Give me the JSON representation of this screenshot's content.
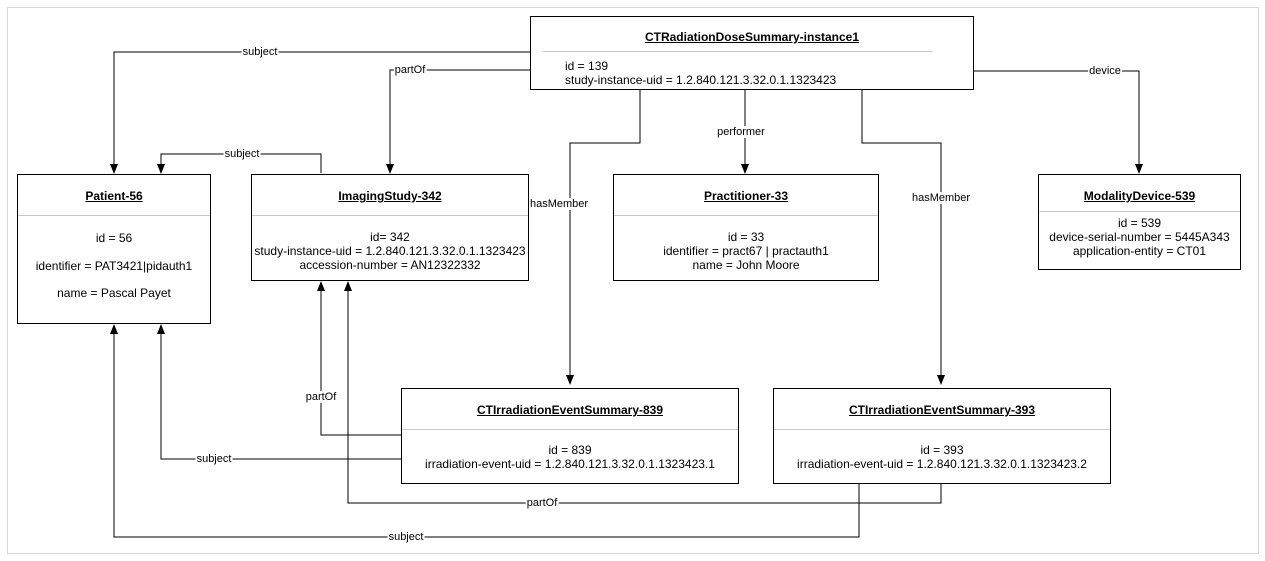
{
  "nodes": {
    "ctdose": {
      "title": "CTRadiationDoseSummary-instance1",
      "attrs": [
        "id = 139",
        "study-instance-uid = 1.2.840.121.3.32.0.1.1323423"
      ]
    },
    "patient": {
      "title": "Patient-56",
      "attrs": [
        "id = 56",
        "identifier = PAT3421|pidauth1",
        "name = Pascal Payet"
      ]
    },
    "imaging": {
      "title": "ImagingStudy-342",
      "attrs": [
        "id= 342",
        "study-instance-uid = 1.2.840.121.3.32.0.1.1323423",
        "accession-number = AN12322332"
      ]
    },
    "practitioner": {
      "title": "Practitioner-33",
      "attrs": [
        "id = 33",
        "identifier = pract67 | practauth1",
        "name = John Moore"
      ]
    },
    "device": {
      "title": "ModalityDevice-539",
      "attrs": [
        "id = 539",
        "device-serial-number = 5445A343",
        "application-entity = CT01"
      ]
    },
    "event839": {
      "title": "CTIrradiationEventSummary-839",
      "attrs": [
        "id = 839",
        "irradiation-event-uid = 1.2.840.121.3.32.0.1.1323423.1"
      ]
    },
    "event393": {
      "title": "CTIrradiationEventSummary-393",
      "attrs": [
        "id = 393",
        "irradiation-event-uid = 1.2.840.121.3.32.0.1.1323423.2"
      ]
    }
  },
  "edges": {
    "dose_subject": "subject",
    "dose_partof": "partOf",
    "dose_device": "device",
    "dose_performer": "performer",
    "dose_hasmember_839": "hasMember",
    "dose_hasmember_393": "hasMember",
    "imaging_subject": "subject",
    "e839_partof": "partOf",
    "e839_subject": "subject",
    "e393_partof": "partOf",
    "e393_subject": "subject"
  },
  "colors": {
    "line": "#000000",
    "border": "#000000",
    "separator": "#c9c9c9"
  }
}
